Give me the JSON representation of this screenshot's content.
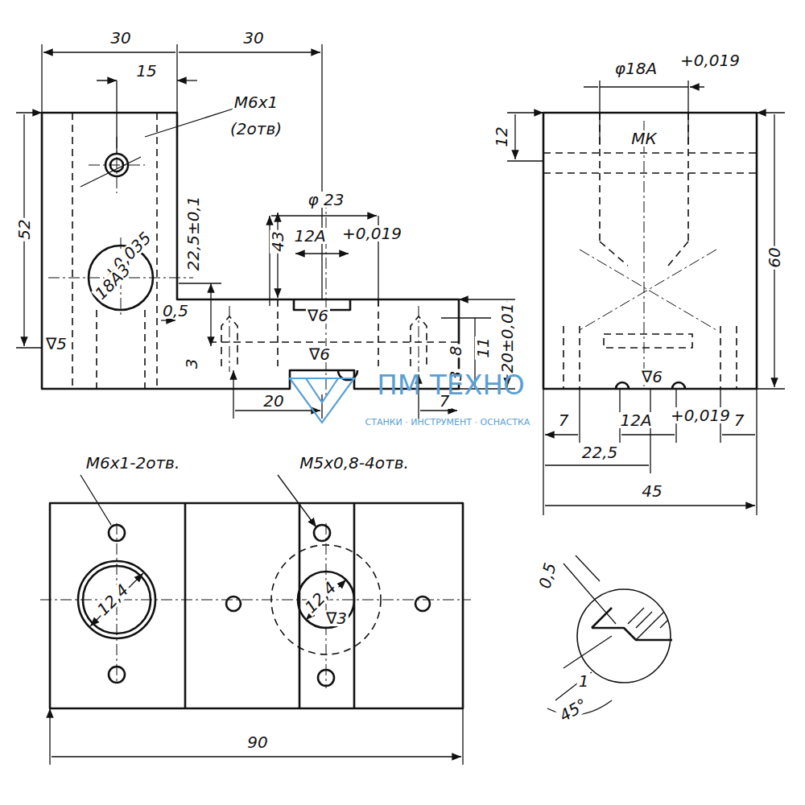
{
  "diagram": {
    "labels": [
      "30",
      "30",
      "15",
      "М6х1",
      "(2отв)",
      "52",
      "22,5±0,1",
      "+0,035",
      "18A3",
      "0,5",
      "∇5",
      "3",
      "φ 23",
      "43",
      "12A",
      "+0,019",
      "∇6",
      "∇6",
      "20±0,01",
      "11",
      "8",
      "3",
      "20",
      "7",
      "φ18A",
      "+0,019",
      "12",
      "МК",
      "60",
      "∇6",
      "7",
      "12A",
      "+0,019",
      "7",
      "22,5",
      "45",
      "М6х1-2отв.",
      "М5х0,8-4отв.",
      "12,4",
      "12,4",
      "∇3",
      "90",
      "0,5",
      "1",
      "45°",
      "ПМ ТЕХНО",
      "СТАНКИ · ИНСТРУМЕНТ · ОСНАСТКА"
    ]
  }
}
